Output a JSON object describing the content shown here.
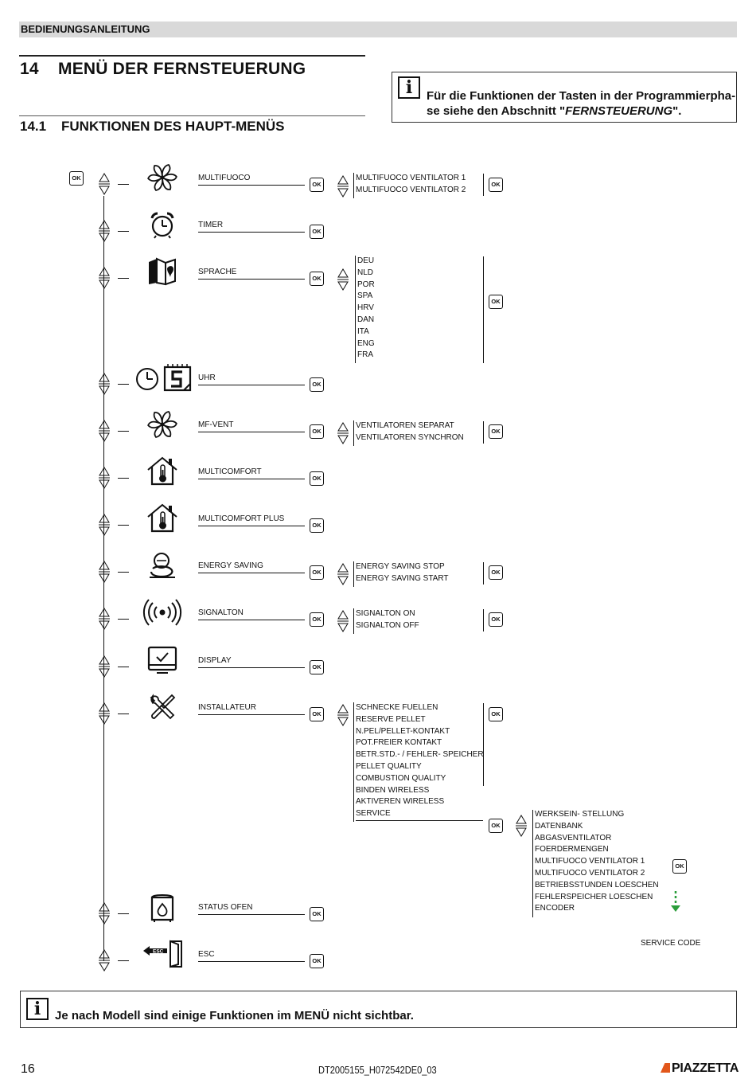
{
  "header": {
    "title": "BEDIENUNGSANLEITUNG"
  },
  "section": {
    "number": "14",
    "title": "MENÜ DER FERNSTEUERUNG"
  },
  "subsection": {
    "number": "14.1",
    "title": "FUNKTIONEN DES HAUPT-MENÜS"
  },
  "info_top": {
    "line1": "Für die Funktionen der Tasten in der Programmierpha-",
    "line2_pre": "se siehe den Abschnitt \"",
    "line2_em": "FERNSTEUERUNG",
    "line2_post": "\"."
  },
  "info_bottom": {
    "text": "Je nach Modell sind einige Funktionen im MENÜ nicht sichtbar."
  },
  "ok_label": "OK",
  "esc_label": "ESC",
  "menu": [
    {
      "label": "MULTIFUOCO",
      "icon": "fan-icon"
    },
    {
      "label": "TIMER",
      "icon": "alarm-clock-icon"
    },
    {
      "label": "SPRACHE",
      "icon": "map-icon"
    },
    {
      "label": "UHR",
      "icon": "clock-calendar-icon"
    },
    {
      "label": "MF-VENT",
      "icon": "fan-icon"
    },
    {
      "label": "MULTICOMFORT",
      "icon": "house-thermometer-icon"
    },
    {
      "label": "MULTICOMFORT PLUS",
      "icon": "house-thermometer-icon"
    },
    {
      "label": "ENERGY SAVING",
      "icon": "piggy-bank-icon"
    },
    {
      "label": "SIGNALTON",
      "icon": "sound-signal-icon"
    },
    {
      "label": "DISPLAY",
      "icon": "display-icon"
    },
    {
      "label": "INSTALLATEUR",
      "icon": "tools-icon"
    },
    {
      "label": "STATUS OFEN",
      "icon": "stove-status-icon"
    },
    {
      "label": "ESC",
      "icon": "exit-door-icon"
    }
  ],
  "sub_multifuoco": [
    "MULTIFUOCO VENTILATOR 1",
    "MULTIFUOCO VENTILATOR 2"
  ],
  "sub_sprache": [
    "DEU",
    "NLD",
    "POR",
    "SPA",
    "HRV",
    "DAN",
    "ITA",
    "ENG",
    "FRA"
  ],
  "sub_mfvent": [
    "VENTILATOREN SEPARAT",
    "VENTILATOREN SYNCHRON"
  ],
  "sub_energy": [
    "ENERGY SAVING STOP",
    "ENERGY SAVING START"
  ],
  "sub_signal": [
    "SIGNALTON  ON",
    "SIGNALTON  OFF"
  ],
  "sub_installateur": [
    "SCHNECKE FUELLEN",
    "RESERVE PELLET",
    "N.PEL/PELLET-KONTAKT",
    "POT.FREIER KONTAKT",
    "BETR.STD.- / FEHLER- SPEICHER",
    "PELLET QUALITY",
    "COMBUSTION QUALITY",
    "BINDEN WIRELESS",
    "AKTIVEREN  WIRELESS",
    "SERVICE"
  ],
  "sub_service": [
    "WERKSEIN- STELLUNG",
    "DATENBANK",
    "ABGASVENTILATOR",
    "FOERDERMENGEN",
    "MULTIFUOCO VENTILATOR 1",
    "MULTIFUOCO VENTILATOR 2",
    "BETRIEBSSTUNDEN LOESCHEN",
    "FEHLERSPEICHER LOESCHEN",
    "ENCODER"
  ],
  "service_code": "SERVICE CODE",
  "footer": {
    "page": "16",
    "doc": "DT2005155_H072542DE0_03",
    "brand": "PIAZZETTA"
  },
  "colors": {
    "header_bg": "#d9d9d9",
    "arrow_green": "#2a9d3a",
    "brand_orange": "#e2571b"
  }
}
